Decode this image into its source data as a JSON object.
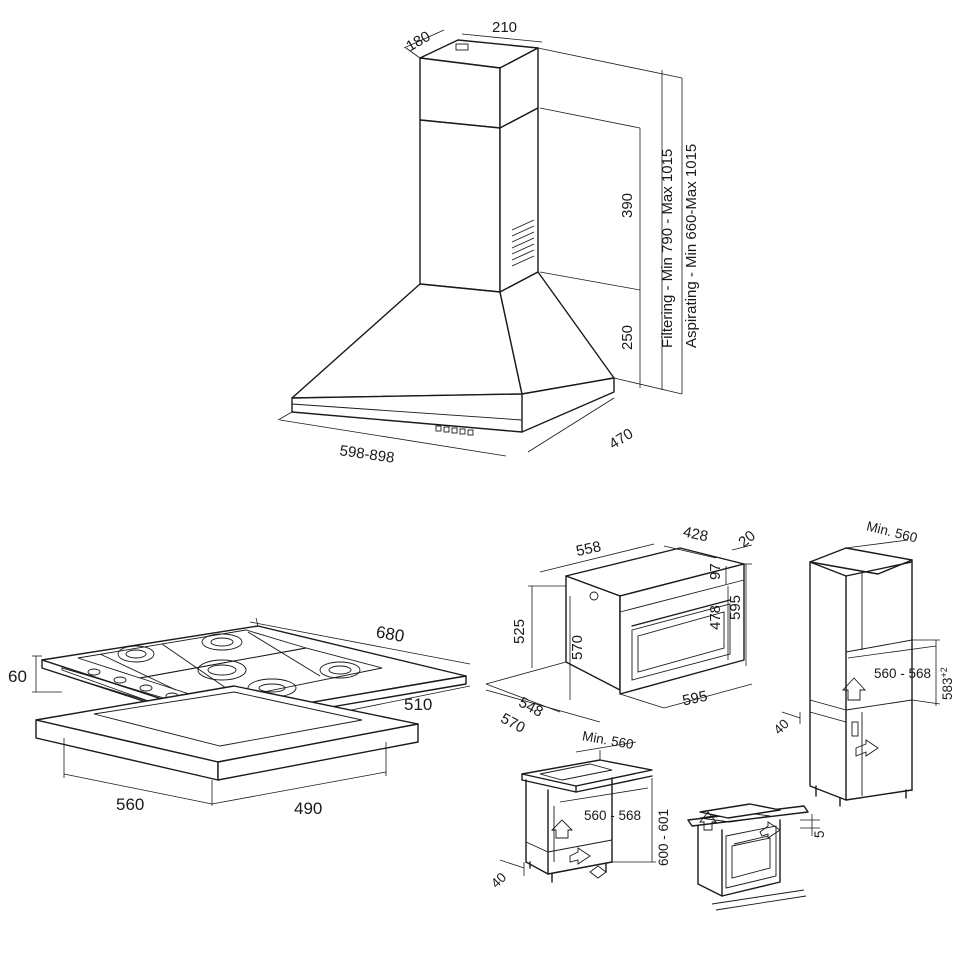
{
  "hood": {
    "chimney_depth": "180",
    "chimney_width": "210",
    "upper_height": "390",
    "lower_height": "250",
    "filtering_range": "Filtering - Min 790 - Max 1015",
    "aspirating_range": "Aspirating - Min 660-Max 1015",
    "width": "598-898",
    "depth": "470"
  },
  "hob": {
    "height": "60",
    "width": "680",
    "depth": "510",
    "cutout_width": "560",
    "cutout_depth": "490"
  },
  "oven": {
    "width": "558",
    "depth": "428",
    "door_thickness": "20",
    "panel_height": "97",
    "inner_height": "478",
    "total_height": "595",
    "body_height": "525",
    "niche_height": "570",
    "front_width": "595",
    "side_depth": "548",
    "base_depth": "570"
  },
  "column_install": {
    "min_depth": "Min. 560",
    "niche_width": "560 - 568",
    "niche_height": "583",
    "niche_height_tolerance": "+2",
    "vent_gap": "40"
  },
  "undercounter_install": {
    "min_depth": "Min. 560",
    "niche_width": "560 - 568",
    "niche_height": "600 - 601",
    "vent_gap": "40"
  },
  "hob_clearance": {
    "gap": "5"
  }
}
